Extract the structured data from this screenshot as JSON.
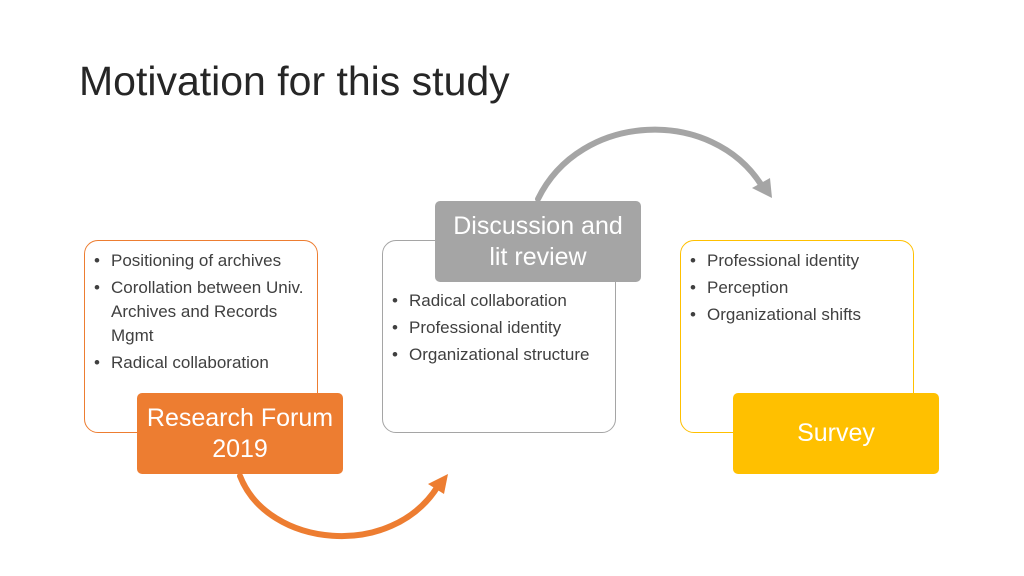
{
  "slide": {
    "title": "Motivation for this study"
  },
  "stages": [
    {
      "label": "Research Forum 2019",
      "color": "#ED7D31",
      "bullets": [
        "Positioning of archives",
        "Corollation between Univ. Archives and Records Mgmt",
        "Radical collaboration"
      ]
    },
    {
      "label": "Discussion and lit review",
      "color": "#A5A5A5",
      "bullets": [
        "Radical collaboration",
        "Professional identity",
        "Organizational structure"
      ]
    },
    {
      "label": "Survey",
      "color": "#FFC000",
      "bullets": [
        "Professional identity",
        "Perception",
        "Organizational shifts"
      ]
    }
  ],
  "arrows": [
    {
      "name": "curved-arrow-orange",
      "color": "#ED7D31",
      "from": "Research Forum 2019",
      "to": "Discussion and lit review"
    },
    {
      "name": "curved-arrow-gray",
      "color": "#A5A5A5",
      "from": "Discussion and lit review",
      "to": "Survey"
    }
  ]
}
